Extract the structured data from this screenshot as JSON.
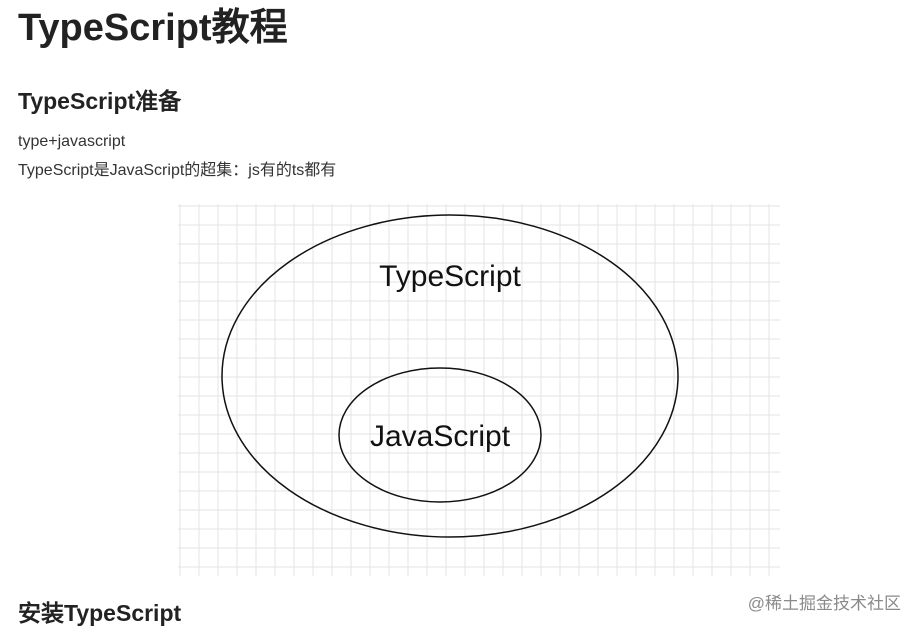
{
  "article": {
    "title": "TypeScript教程",
    "sections": [
      {
        "heading": "TypeScript准备",
        "paragraphs": [
          "type+javascript",
          "TypeScript是JavaScript的超集：js有的ts都有"
        ]
      },
      {
        "heading": "安装TypeScript"
      }
    ]
  },
  "diagram": {
    "outer_label": "TypeScript",
    "inner_label": "JavaScript"
  },
  "watermark": {
    "text": "@稀土掘金技术社区"
  },
  "colors": {
    "text": "#222222",
    "grid": "#e3e3e3",
    "stroke": "#111111",
    "watermark": "#8a8a8a"
  }
}
